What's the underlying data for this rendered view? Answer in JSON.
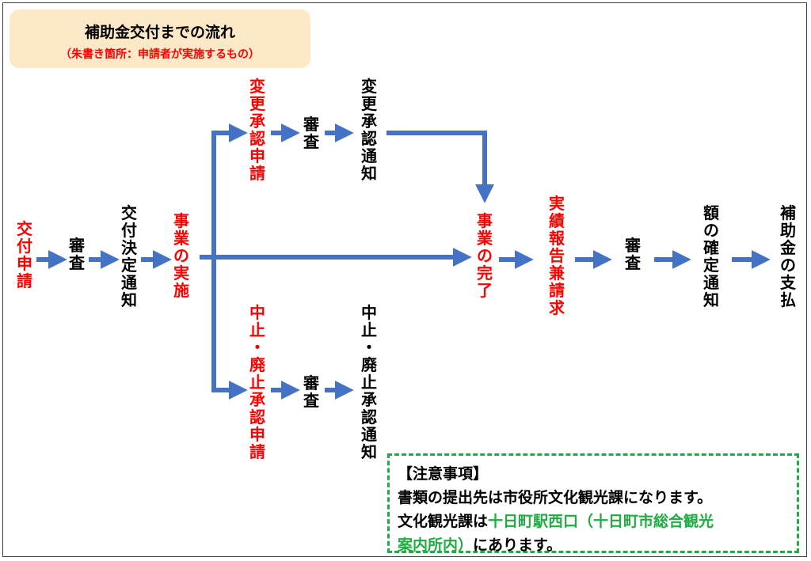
{
  "title": "補助金交付までの流れ",
  "subtitle": "（朱書き箇所：申請者が実施するもの）",
  "colors": {
    "applicant": "#ff0000",
    "office": "#000000",
    "arrow": "#4472c4",
    "note_border": "#22aa44",
    "title_bg": "#fde9c8"
  },
  "nodes": {
    "apply": "交付申請",
    "review1": "審査",
    "decision": "交付決定通知",
    "implement": "事業の実施",
    "change_apply": "変更承認申請",
    "review_change": "審査",
    "change_notice": "変更承認通知",
    "cancel_apply": "中止・廃止承認申請",
    "review_cancel": "審査",
    "cancel_notice": "中止・廃止承認通知",
    "complete": "事業の完了",
    "report": "実績報告兼請求",
    "review2": "審査",
    "amount_notice": "額の確定通知",
    "payment": "補助金の支払"
  },
  "note": {
    "heading": "【注意事項】",
    "line1": "書類の提出先は市役所文化観光課になります。",
    "line2a": "文化観光課は",
    "line2b": "十日町駅西口（十日町市総合観光",
    "line3a": "案内所内）",
    "line3b": "にあります。"
  }
}
